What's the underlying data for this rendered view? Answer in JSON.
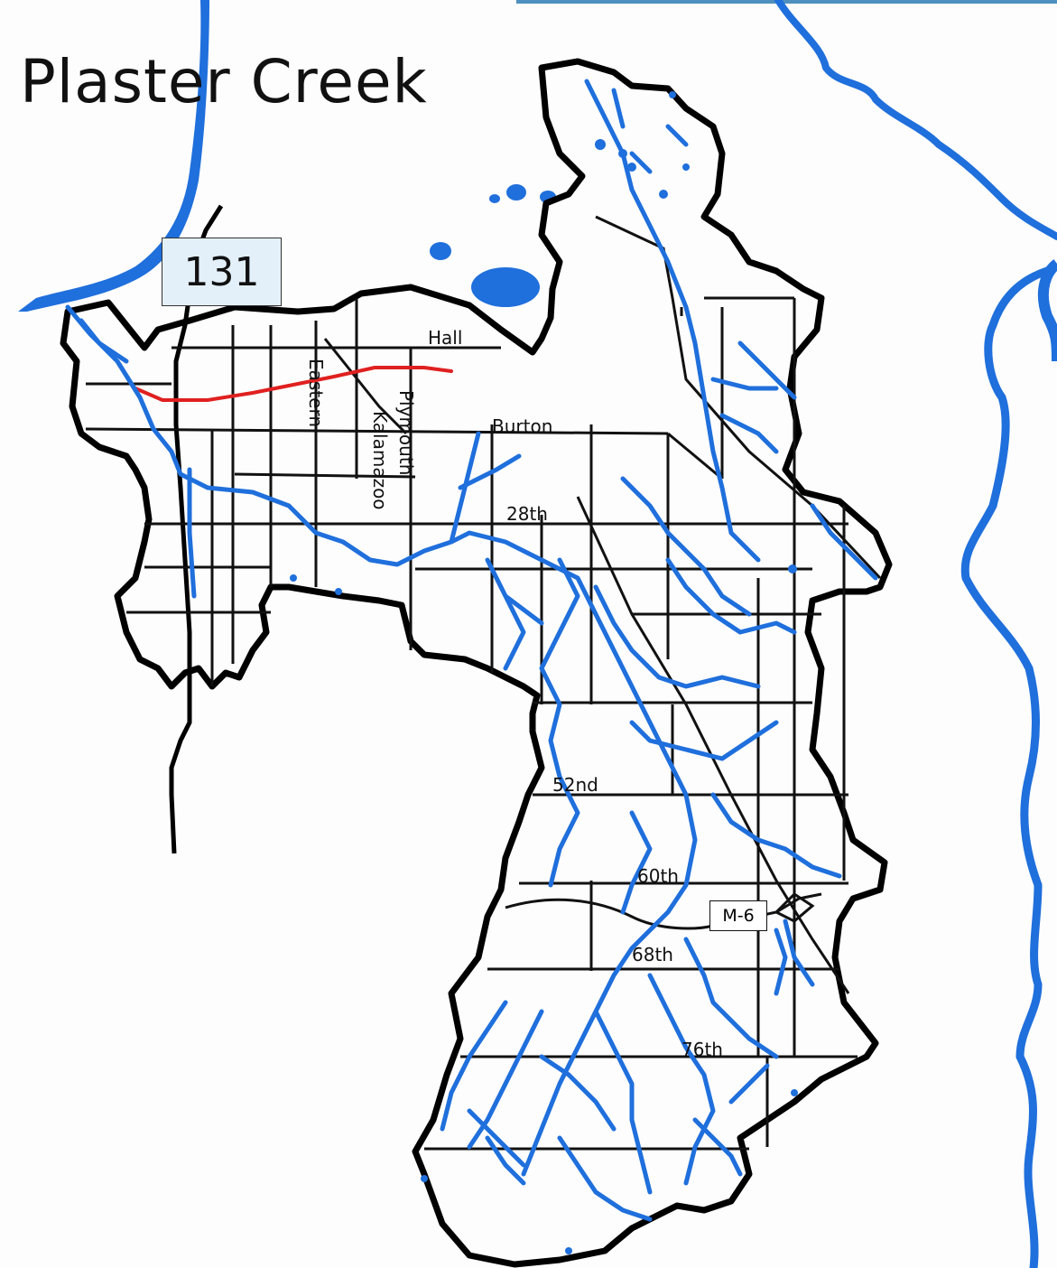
{
  "title": "Plaster Creek",
  "highway_shield": "131",
  "route_shield": "M-6",
  "road_labels": {
    "hall": "Hall",
    "eastern": "Eastern",
    "plymouth": "Plymouth",
    "kalamazoo": "Kalamazoo",
    "burton": "Burton",
    "st28": "28th",
    "st52": "52nd",
    "st60": "60th",
    "st68": "68th",
    "st76": "76th"
  },
  "colors": {
    "water": "#1f6fdc",
    "boundary": "#000000",
    "roads": "#111111",
    "highlight_road": "#e02020",
    "shield_fill": "#e3f0fa"
  }
}
